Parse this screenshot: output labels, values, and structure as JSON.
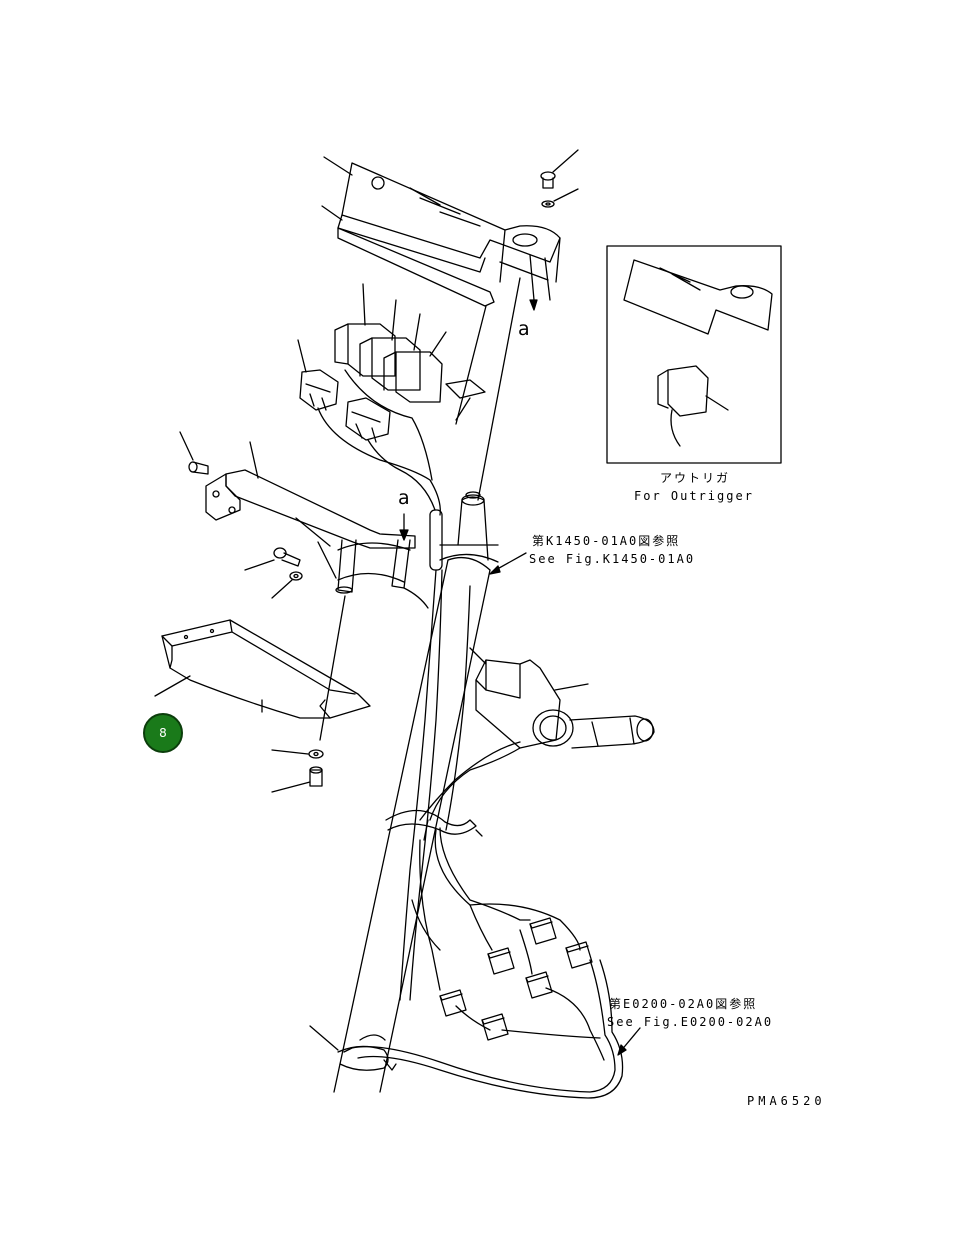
{
  "callouts": {
    "a_top": "a",
    "a_mid": "a"
  },
  "inset": {
    "label_jp": "アウトリガ",
    "label_en": "For Outrigger"
  },
  "references": {
    "upper_jp": "第K1450-01A0図参照",
    "upper_en": "See Fig.K1450-01A0",
    "lower_jp": "第E0200-02A0図参照",
    "lower_en": "See Fig.E0200-02A0"
  },
  "drawing_code": "PMA6520",
  "badge": {
    "label": "8",
    "color": "#1a7a1a"
  }
}
